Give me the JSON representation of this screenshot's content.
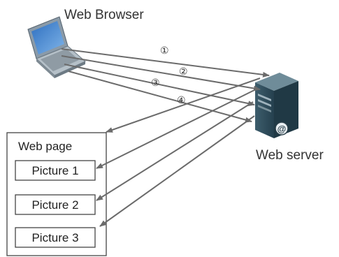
{
  "labels": {
    "browser": "Web Browser",
    "server": "Web server",
    "page": "Web page"
  },
  "pictures": [
    "Picture 1",
    "Picture 2",
    "Picture 3"
  ],
  "steps": [
    "①",
    "②",
    "③",
    "④"
  ],
  "icons": {
    "client": "laptop-icon",
    "server": "server-tower-icon",
    "badge": "at-sign-icon"
  },
  "colors": {
    "arrow": "#6b6b6b",
    "server_body": "#2f4f5f",
    "laptop_body": "#8a9aa8"
  }
}
